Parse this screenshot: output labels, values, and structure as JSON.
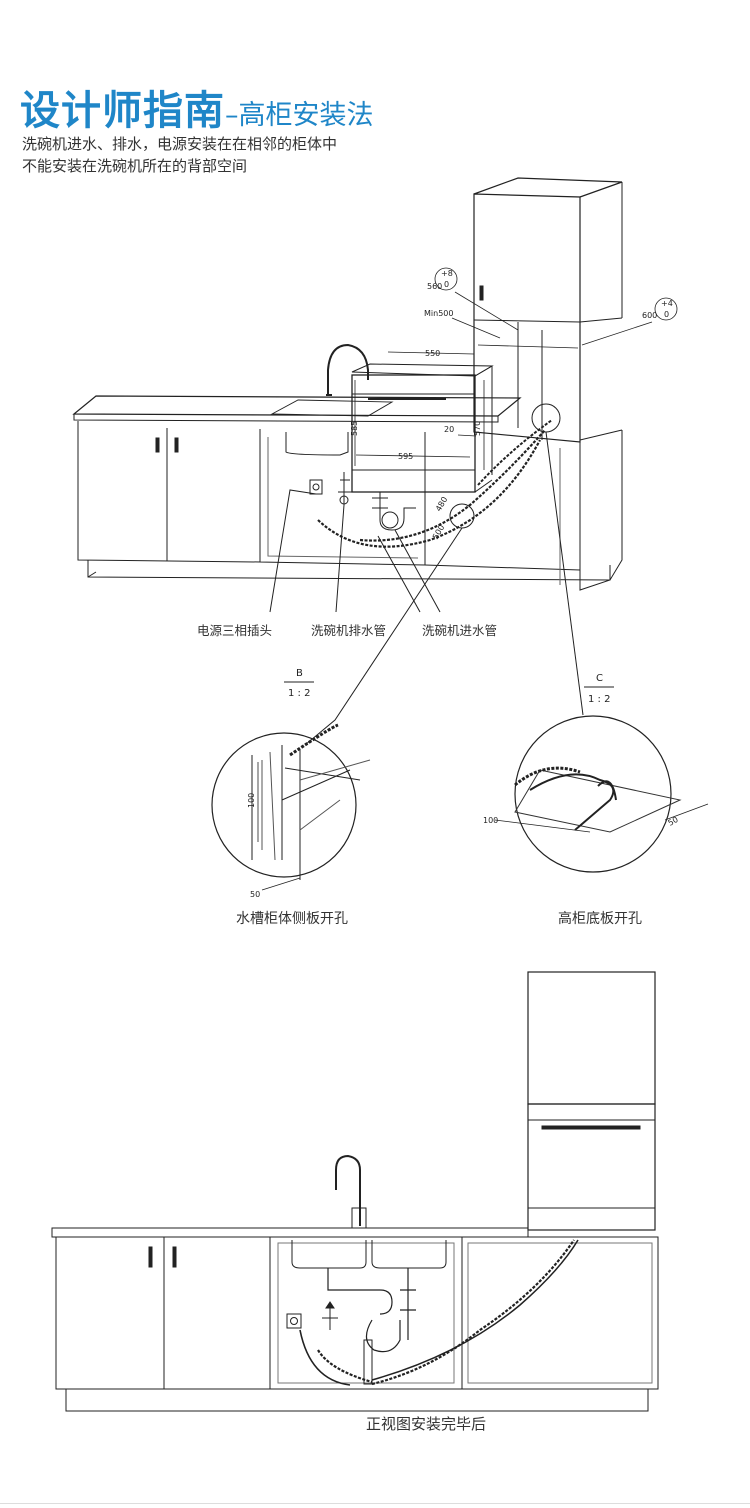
{
  "header": {
    "title_main": "设计师指南",
    "title_sub": "–高柜安装法",
    "desc_line1": "洗碗机进水、排水，电源安装在在相邻的柜体中",
    "desc_line2": "不能安装在洗碗机所在的背部空间"
  },
  "diagram": {
    "dims": {
      "d560": "560",
      "tol8_top": "+8",
      "tol8_bot": "0",
      "min500": "Min500",
      "d600": "600",
      "tol4_top": "+4",
      "tol4_bot": "0",
      "d550": "550",
      "d585": "585",
      "d595": "595",
      "d20": "20",
      "d570": "570",
      "d480": "480",
      "d500": "500"
    },
    "labels": {
      "power_socket": "电源三相插头",
      "drain_pipe": "洗碗机排水管",
      "inlet_pipe": "洗碗机进水管"
    }
  },
  "detail_b": {
    "name": "B",
    "scale": "1 : 2",
    "dim_height": "100",
    "dim_width": "50",
    "caption": "水槽柜体侧板开孔"
  },
  "detail_c": {
    "name": "C",
    "scale": "1 : 2",
    "dim_length": "100",
    "dim_width": "50",
    "caption": "高柜底板开孔"
  },
  "front_view": {
    "caption": "正视图安装完毕后"
  }
}
